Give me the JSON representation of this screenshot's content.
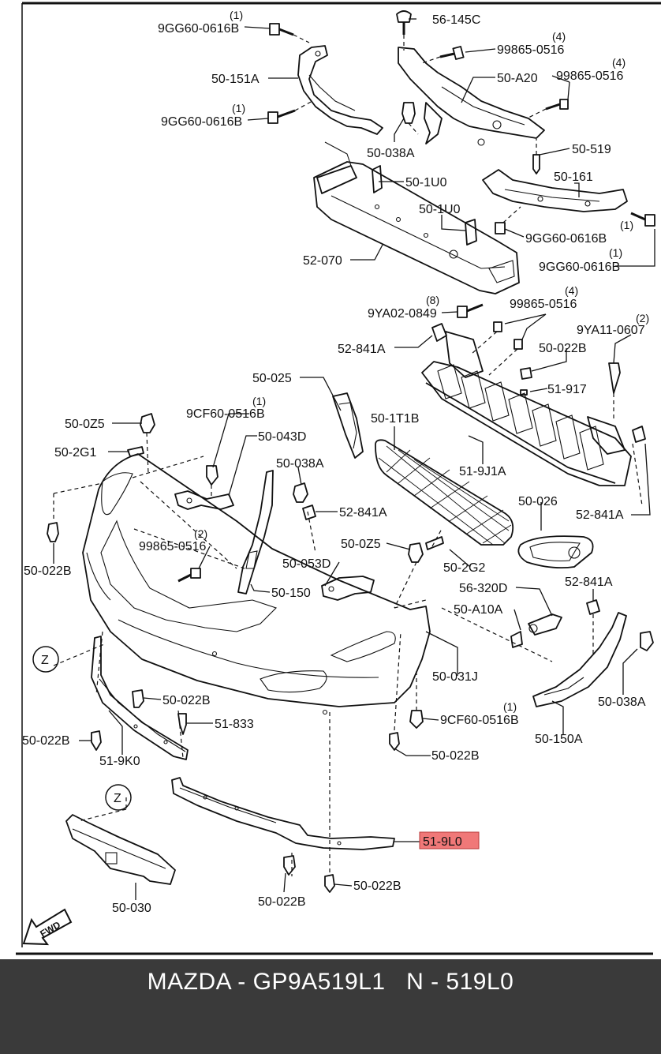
{
  "labels": {
    "bolt_9gg60_top": "9GG60-0616B",
    "qty_9gg60_top": "(1)",
    "clip_56_145c": "56-145C",
    "bolt_99865_top": "99865-0516",
    "qty_99865_top": "(4)",
    "bolt_99865_right": "99865-0516",
    "qty_99865_right": "(4)",
    "bracket_50_151a": "50-151A",
    "bracket_50_a20": "50-A20",
    "bolt_9gg60_mid": "9GG60-0616B",
    "qty_9gg60_mid": "(1)",
    "clip_50_038a_top": "50-038A",
    "clip_50_519": "50-519",
    "pad_50_1u0_a": "50-1U0",
    "bracket_50_161": "50-161",
    "pad_50_1u0_b": "50-1U0",
    "bolt_9gg60_r1": "9GG60-0616B",
    "qty_9gg60_r1": "(1)",
    "bolt_9gg60_r2": "9GG60-0616B",
    "qty_9gg60_r2": "(1)",
    "reinf_52_070": "52-070",
    "bolt_9ya02": "9YA02-0849",
    "qty_9ya02": "(8)",
    "bolt_99865_mid": "99865-0516",
    "qty_99865_mid": "(4)",
    "nut_52_841a_top": "52-841A",
    "bolt_9ya11": "9YA11-0607",
    "qty_9ya11": "(2)",
    "clip_50_022b_top": "50-022B",
    "cover_50_025": "50-025",
    "clip_51_917": "51-917",
    "clip_50_0z5_left": "50-0Z5",
    "bolt_9cf60_top": "9CF60-0516B",
    "qty_9cf60_top": "(1)",
    "grille_50_1t1b": "50-1T1B",
    "seal_50_2g1": "50-2G1",
    "bracket_50_043d": "50-043D",
    "absorber_51_9j1a": "51-9J1A",
    "clip_50_038a_mid": "50-038A",
    "nut_52_841a_mid": "52-841A",
    "cover_50_026": "50-026",
    "nut_52_841a_right": "52-841A",
    "clip_50_022b_left": "50-022B",
    "bolt_99865_left": "99865-0516",
    "qty_99865_left": "(2)",
    "clip_50_0z5_mid": "50-0Z5",
    "bracket_50_053d": "50-053D",
    "seal_50_2g2": "50-2G2",
    "bracket_50_150": "50-150",
    "washer_56_320d": "56-320D",
    "nut_52_841a_low": "52-841A",
    "cover_50_a10a": "50-A10A",
    "z_marker_1": "Z",
    "bumper_50_031j": "50-031J",
    "clip_50_038a_low": "50-038A",
    "clip_50_022b_a": "50-022B",
    "clip_51_833": "51-833",
    "bolt_9cf60_low": "9CF60-0516B",
    "qty_9cf60_low": "(1)",
    "clip_50_022b_b": "50-022B",
    "bracket_50_150a": "50-150A",
    "spoiler_51_9k0": "51-9K0",
    "clip_50_022b_c": "50-022B",
    "z_marker_2": "Z",
    "spoiler_51_9l0": "51-9L0",
    "panel_50_030": "50-030",
    "clip_50_022b_d": "50-022B",
    "clip_50_022b_e": "50-022B",
    "fwd_arrow": "FWD"
  },
  "highlight_color": "#f07878",
  "footer": {
    "text": "MAZDA - GP9A519L1   N - 519L0"
  }
}
